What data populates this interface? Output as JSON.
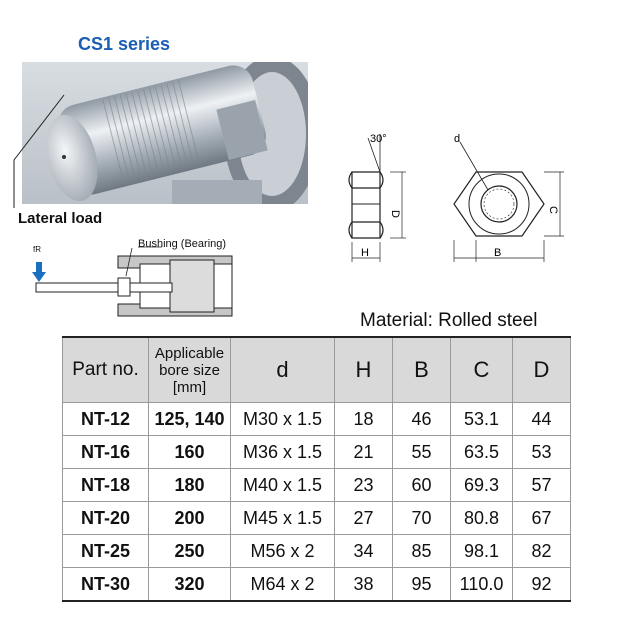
{
  "header": {
    "series_title": "CS1 series",
    "lateral_load_label": "Lateral load",
    "bushing_label": "Bushing (Bearing)",
    "force_label": "fR"
  },
  "dimension_labels": {
    "angle": "30°",
    "d": "d",
    "H": "H",
    "B": "B",
    "C": "C",
    "D": "D"
  },
  "material": "Material: Rolled steel",
  "table": {
    "headers": {
      "part": "Part no.",
      "bore_line1": "Applicable",
      "bore_line2": "bore size",
      "bore_line3": "[mm]",
      "d": "d",
      "H": "H",
      "B": "B",
      "C": "C",
      "D": "D"
    },
    "rows": [
      {
        "part": "NT-12",
        "bore": "125, 140",
        "d": "M30 x 1.5",
        "H": "18",
        "B": "46",
        "C": "53.1",
        "D": "44"
      },
      {
        "part": "NT-16",
        "bore": "160",
        "d": "M36 x 1.5",
        "H": "21",
        "B": "55",
        "C": "63.5",
        "D": "53"
      },
      {
        "part": "NT-18",
        "bore": "180",
        "d": "M40 x 1.5",
        "H": "23",
        "B": "60",
        "C": "69.3",
        "D": "57"
      },
      {
        "part": "NT-20",
        "bore": "200",
        "d": "M45 x 1.5",
        "H": "27",
        "B": "70",
        "C": "80.8",
        "D": "67"
      },
      {
        "part": "NT-25",
        "bore": "250",
        "d": "M56 x 2",
        "H": "34",
        "B": "85",
        "C": "98.1",
        "D": "82"
      },
      {
        "part": "NT-30",
        "bore": "320",
        "d": "M64 x 2",
        "H": "38",
        "B": "95",
        "C": "110.0",
        "D": "92"
      }
    ]
  },
  "colors": {
    "accent": "#1a5fb4",
    "header_bg": "#d9d9d9",
    "arrow": "#1a6fc0"
  }
}
